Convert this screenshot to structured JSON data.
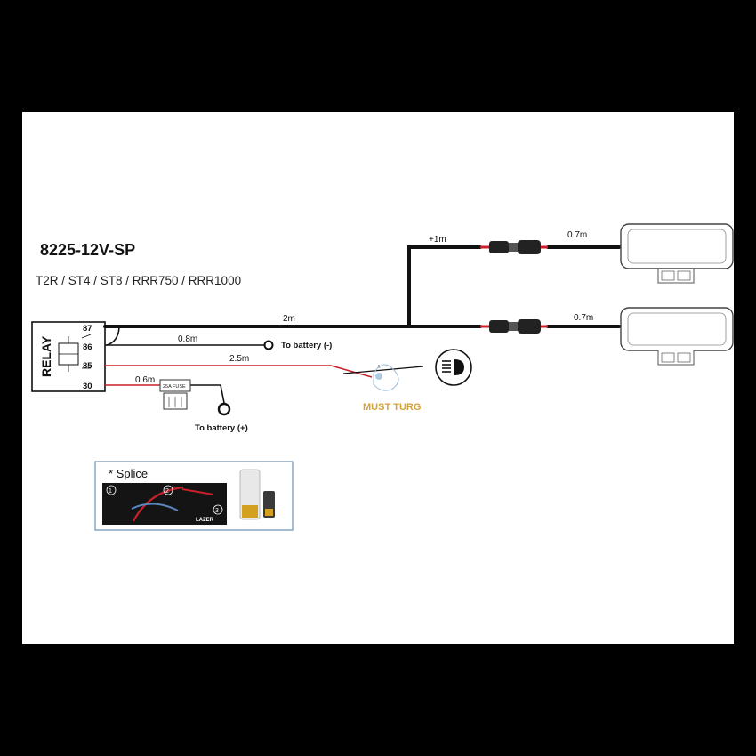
{
  "diagram": {
    "title": "8225-12V-SP",
    "models": "T2R / ST4 / ST8 / RRR750 / RRR1000",
    "relay": {
      "label": "RELAY",
      "pins": [
        "87",
        "86",
        "85",
        "30"
      ]
    },
    "cables": {
      "main": "2m",
      "branch": "+1m",
      "lamp_top": "0.7m",
      "lamp_bottom": "0.7m",
      "ground": "0.8m",
      "switch": "2.5m",
      "battery_pos": "0.6m"
    },
    "terminals": {
      "battery_neg": "To battery (-)",
      "battery_pos": "To battery (+)"
    },
    "splice_marker": "*",
    "fuse_label": "25A FUSE",
    "watermark": "MUST TURG",
    "splice_box": {
      "title": "* Splice",
      "steps": [
        "1",
        "2",
        "3"
      ],
      "brand": "LAZER"
    },
    "colors": {
      "wire_black": "#111111",
      "wire_red": "#c8202a",
      "watermark": "#d6a23a",
      "splice_box_border": "#6b8fb0"
    }
  }
}
